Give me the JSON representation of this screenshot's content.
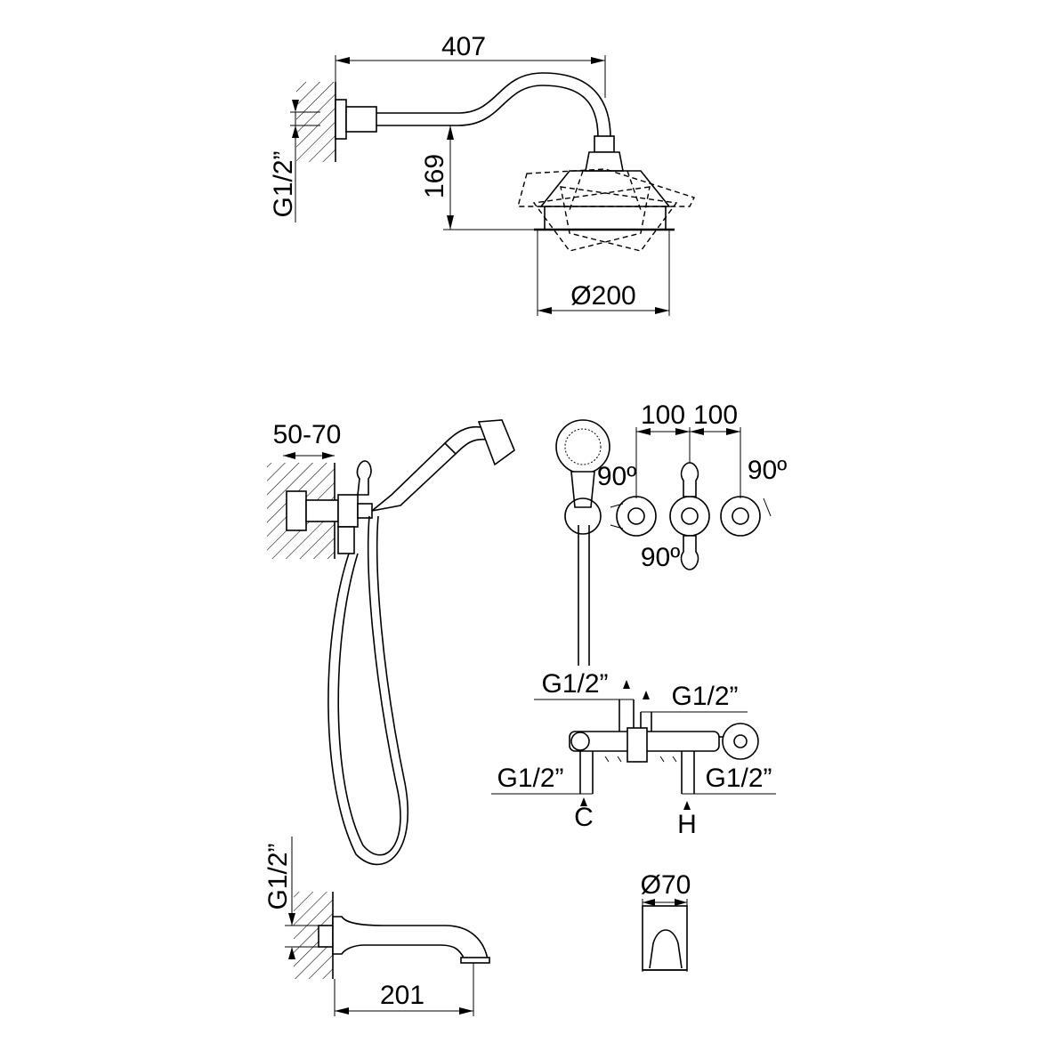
{
  "labels": {
    "arm_length": "407",
    "arm_height": "169",
    "head_diameter": "Ø200",
    "thread_top": "G1/2”",
    "wall_range": "50-70",
    "centers_left": "100",
    "centers_right": "100",
    "angle_left": "90º",
    "angle_right": "90º",
    "angle_bottom": "90º",
    "inlet_top_left": "G1/2”",
    "inlet_top_right": "G1/2”",
    "inlet_bottom_left": "G1/2”",
    "inlet_bottom_right": "G1/2”",
    "cold": "C",
    "hot": "H",
    "spout_thread": "G1/2”",
    "spout_length": "201",
    "spout_diameter": "Ø70"
  }
}
